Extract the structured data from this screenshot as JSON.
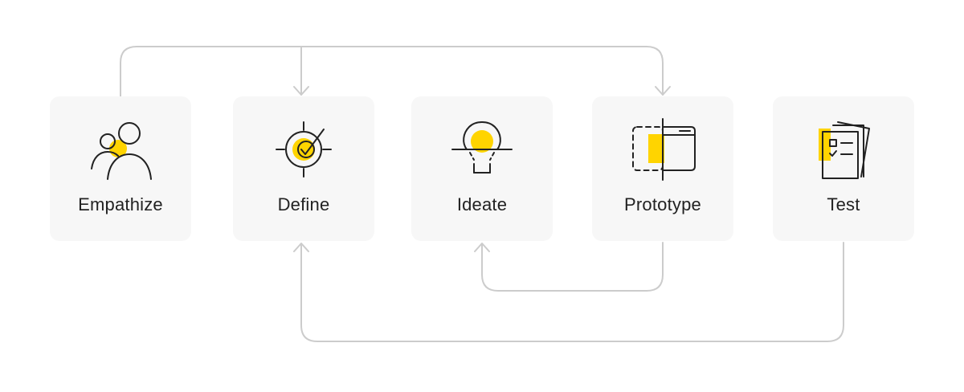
{
  "colors": {
    "card_bg": "#f7f7f7",
    "accent": "#ffd400",
    "stroke": "#222222",
    "connector": "#cccccc"
  },
  "stages": [
    {
      "label": "Empathize",
      "icon": "people-icon"
    },
    {
      "label": "Define",
      "icon": "target-check-icon"
    },
    {
      "label": "Ideate",
      "icon": "lightbulb-icon"
    },
    {
      "label": "Prototype",
      "icon": "mobile-wireframe-icon"
    },
    {
      "label": "Test",
      "icon": "checklist-documents-icon"
    }
  ],
  "connections": [
    {
      "from": "Empathize",
      "to": "Define"
    },
    {
      "from": "Empathize",
      "to": "Prototype"
    },
    {
      "from": "Prototype",
      "to": "Ideate"
    },
    {
      "from": "Test",
      "to": "Define"
    }
  ]
}
